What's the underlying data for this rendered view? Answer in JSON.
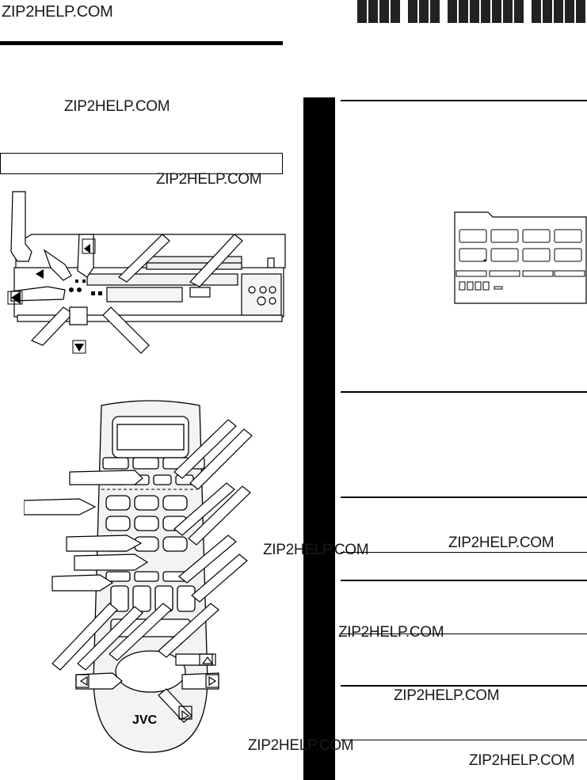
{
  "watermarks": {
    "top_left": "ZIP2HELP.COM",
    "upper_mid": "ZIP2HELP.COM",
    "box_right": "ZIP2HELP.COM",
    "mid_center": "ZIP2HELP.COM",
    "mid_right": "ZIP2HELP.COM",
    "lower_center": "ZIP2HELP.COM",
    "lower_right": "ZIP2HELP.COM",
    "bottom_center": "ZIP2HELP.COM",
    "bottom_right": "ZIP2HELP.COM"
  },
  "remote": {
    "brand": "JVC"
  },
  "colors": {
    "ink": "#000000",
    "paper": "#ffffff",
    "gray": "#d8d8d8"
  }
}
